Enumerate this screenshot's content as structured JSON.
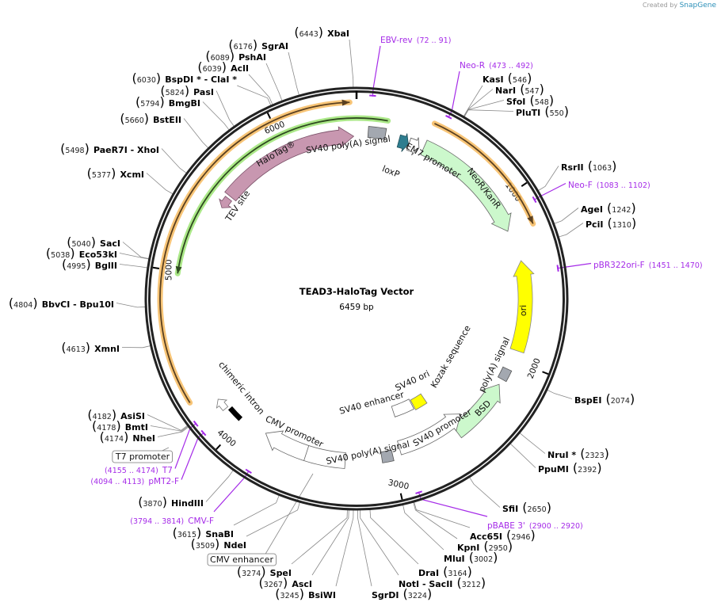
{
  "credit": {
    "prefix": "Created by",
    "brand": "SnapGene"
  },
  "plasmid": {
    "name": "TEAD3-HaloTag Vector",
    "length_label": "6459 bp",
    "length": 6459
  },
  "ticks": [
    "1000",
    "2000",
    "3000",
    "4000",
    "5000",
    "6000"
  ],
  "enzymes": [
    {
      "name": "XbaI",
      "pos": 6443
    },
    {
      "name": "SgrAI",
      "pos": 6176
    },
    {
      "name": "PshAI",
      "pos": 6089
    },
    {
      "name": "AclI",
      "pos": 6039
    },
    {
      "name": "BspDI *  - ClaI *",
      "pos": 6030
    },
    {
      "name": "PasI",
      "pos": 5824
    },
    {
      "name": "BmgBI",
      "pos": 5794
    },
    {
      "name": "BstEII",
      "pos": 5660
    },
    {
      "name": "PaeR7I   - XhoI",
      "pos": 5498
    },
    {
      "name": "XcmI",
      "pos": 5377
    },
    {
      "name": "SacI",
      "pos": 5040
    },
    {
      "name": "Eco53kI",
      "pos": 5038
    },
    {
      "name": "BglII",
      "pos": 4995
    },
    {
      "name": "BbvCI   - Bpu10I",
      "pos": 4804
    },
    {
      "name": "XmnI",
      "pos": 4613
    },
    {
      "name": "AsiSI",
      "pos": 4182
    },
    {
      "name": "BmtI",
      "pos": 4178
    },
    {
      "name": "NheI",
      "pos": 4174
    },
    {
      "name": "HindIII",
      "pos": 3870
    },
    {
      "name": "SnaBI",
      "pos": 3615
    },
    {
      "name": "NdeI",
      "pos": 3509
    },
    {
      "name": "SpeI",
      "pos": 3274
    },
    {
      "name": "AscI",
      "pos": 3267
    },
    {
      "name": "BsiWI",
      "pos": 3245
    },
    {
      "name": "SgrDI",
      "pos": 3224
    },
    {
      "name": "NotI  - SacII",
      "pos": 3212
    },
    {
      "name": "DraI",
      "pos": 3164
    },
    {
      "name": "MluI",
      "pos": 3002
    },
    {
      "name": "KpnI",
      "pos": 2950
    },
    {
      "name": "Acc65I",
      "pos": 2946
    },
    {
      "name": "SfiI",
      "pos": 2650
    },
    {
      "name": "PpuMI",
      "pos": 2392
    },
    {
      "name": "NruI *",
      "pos": 2323
    },
    {
      "name": "BspEI",
      "pos": 2074
    },
    {
      "name": "PciI",
      "pos": 1310
    },
    {
      "name": "AgeI",
      "pos": 1242
    },
    {
      "name": "RsrII",
      "pos": 1063
    },
    {
      "name": "PluTI",
      "pos": 550
    },
    {
      "name": "SfoI",
      "pos": 548
    },
    {
      "name": "NarI",
      "pos": 547
    },
    {
      "name": "KasI",
      "pos": 546
    }
  ],
  "primers": [
    {
      "name": "EBV-rev",
      "range": "(72 .. 91)",
      "start": 72,
      "end": 91
    },
    {
      "name": "Neo-R",
      "range": "(473 .. 492)",
      "start": 473,
      "end": 492
    },
    {
      "name": "Neo-F",
      "range": "(1083 .. 1102)",
      "start": 1083,
      "end": 1102
    },
    {
      "name": "pBR322ori-F",
      "range": "(1451 .. 1470)",
      "start": 1451,
      "end": 1470
    },
    {
      "name": "pBABE 3'",
      "range": "(2900 .. 2920)",
      "start": 2900,
      "end": 2920
    },
    {
      "name": "CMV-F",
      "range": "(3794 .. 3814)",
      "start": 3794,
      "end": 3814
    },
    {
      "name": "T7",
      "range": "(4155 .. 4174)",
      "start": 4155,
      "end": 4174
    },
    {
      "name": "pMT2-F",
      "range": "(4094 .. 4113)",
      "start": 4094,
      "end": 4113
    }
  ],
  "boxed_features": [
    {
      "name": "T7 promoter"
    },
    {
      "name": "CMV enhancer"
    }
  ],
  "features": [
    {
      "name": "HaloTag®",
      "color": "#c897b0"
    },
    {
      "name": "SV40 poly(A) signal",
      "color": "#a3a8b0"
    },
    {
      "name": "TEV site",
      "color": "#c897b0"
    },
    {
      "name": "loxP",
      "color": "#2e7d8f"
    },
    {
      "name": "EM7 promoter",
      "color": "#ffffff"
    },
    {
      "name": "NeoR/KanR",
      "color": "#ccf8cc"
    },
    {
      "name": "ori",
      "color": "#ffff00"
    },
    {
      "name": "poly(A) signal",
      "color": "#a3a8b0"
    },
    {
      "name": "BSD",
      "color": "#ccf8cc"
    },
    {
      "name": "SV40 promoter",
      "color": "#ffffff"
    },
    {
      "name": "SV40 poly(A) signal",
      "color": "#a3a8b0"
    },
    {
      "name": "SV40 enhancer",
      "color": "#ffffff"
    },
    {
      "name": "SV40 ori",
      "color": "#ffff00"
    },
    {
      "name": "Kozak sequence",
      "color": "#ffffff"
    },
    {
      "name": "CMV promoter",
      "color": "#ffffff"
    },
    {
      "name": "chimeric intron",
      "color": "#000000"
    }
  ],
  "colors": {
    "primer": "#a52be8",
    "orf_orange": "#f5b14a",
    "orf_green": "#8fe060",
    "backbone": "#222222"
  }
}
